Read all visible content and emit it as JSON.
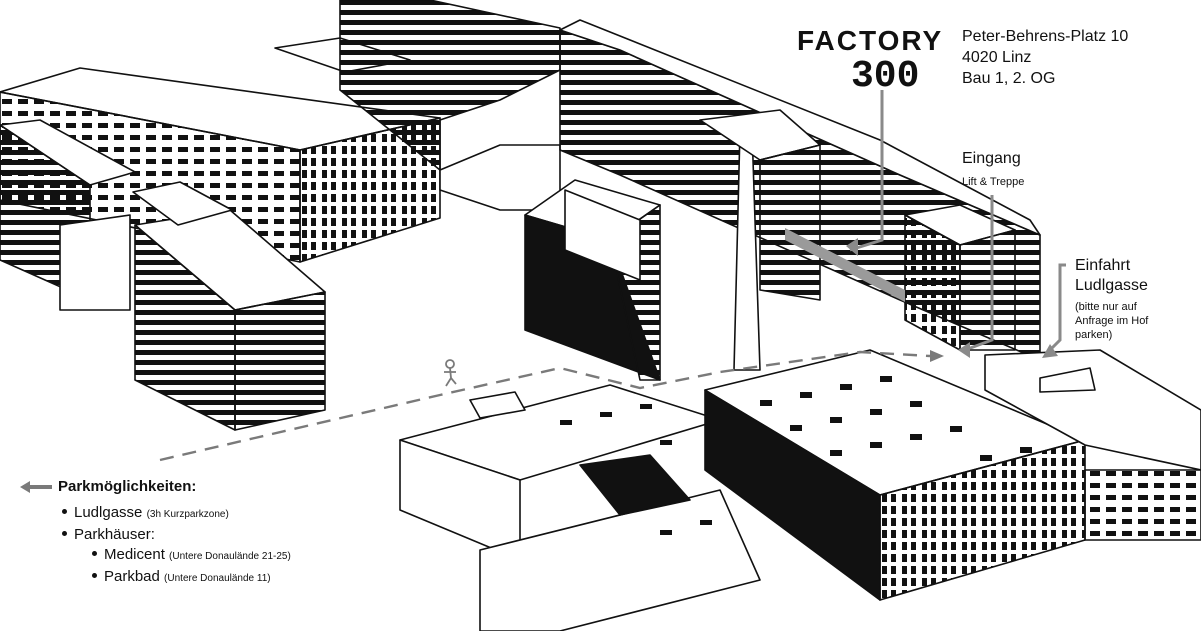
{
  "logo": {
    "line1": "FACTORY",
    "line2": "300"
  },
  "address": {
    "street": "Peter-Behrens-Platz 10",
    "city": "4020 Linz",
    "floor": "Bau 1, 2. OG"
  },
  "entrance": {
    "title": "Eingang",
    "subtitle": "Lift & Treppe"
  },
  "driveway": {
    "title_line1": "Einfahrt",
    "title_line2": "Ludlgasse",
    "note_line1": "(bitte nur auf",
    "note_line2": "Anfrage im Hof",
    "note_line3": "parken)"
  },
  "parking": {
    "heading": "Parkmöglichkeiten:",
    "items": [
      {
        "label": "Ludlgasse",
        "note": "(3h Kurzparkzone)"
      },
      {
        "label": "Parkhäuser:",
        "note": ""
      },
      {
        "label": "Medicent",
        "note": "(Untere Donaulände 21-25)"
      },
      {
        "label": "Parkbad",
        "note": "(Untere Donaulände 11)"
      }
    ]
  },
  "colors": {
    "ink": "#111111",
    "route": "#7a7a7a",
    "paper": "#ffffff"
  },
  "icons": [
    "walking-person-icon",
    "arrow-left-icon",
    "leader-arrow"
  ]
}
